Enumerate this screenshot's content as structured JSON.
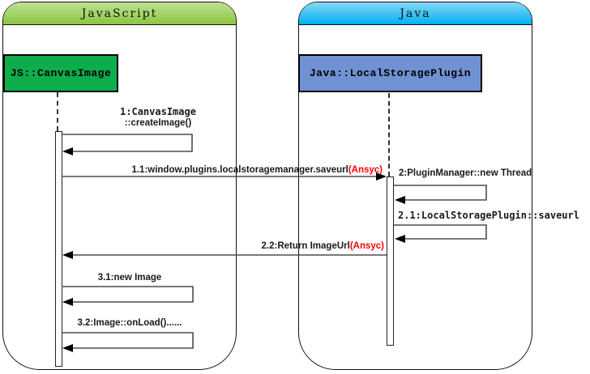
{
  "colors": {
    "js_frame_header_top": "#bfe295",
    "js_frame_header_bottom": "#8cc63f",
    "java_frame_header_top": "#86d9f5",
    "java_frame_header_bottom": "#00b0f0",
    "js_object_fill": "#0dad4c",
    "java_object_fill": "#7092d2",
    "async_highlight": "#ff0000",
    "message_line": "#4d4d4d"
  },
  "frames": [
    {
      "title": "JavaScript"
    },
    {
      "title": "Java"
    }
  ],
  "objects": [
    {
      "label": "JS::CanvasImage"
    },
    {
      "label": "Java::LocalStoragePlugin"
    }
  ],
  "messages": [
    {
      "num": "1",
      "line1": "1:CanvasImage",
      "line2": "::createImage()"
    },
    {
      "num": "1.1",
      "text": "1.1:window.plugins.localstoragemanager.saveurl",
      "suffix": "(Ansyc)"
    },
    {
      "num": "2",
      "text": "2:PluginManager::new Thread"
    },
    {
      "num": "2.1",
      "text": "2.1:LocalStoragePlugin::saveurl"
    },
    {
      "num": "2.2",
      "text": "2.2:Return ImageUrl",
      "suffix": "(Ansyc)"
    },
    {
      "num": "3.1",
      "text": "3.1:new Image"
    },
    {
      "num": "3.2",
      "text": "3.2:Image::onLoad()......"
    }
  ]
}
